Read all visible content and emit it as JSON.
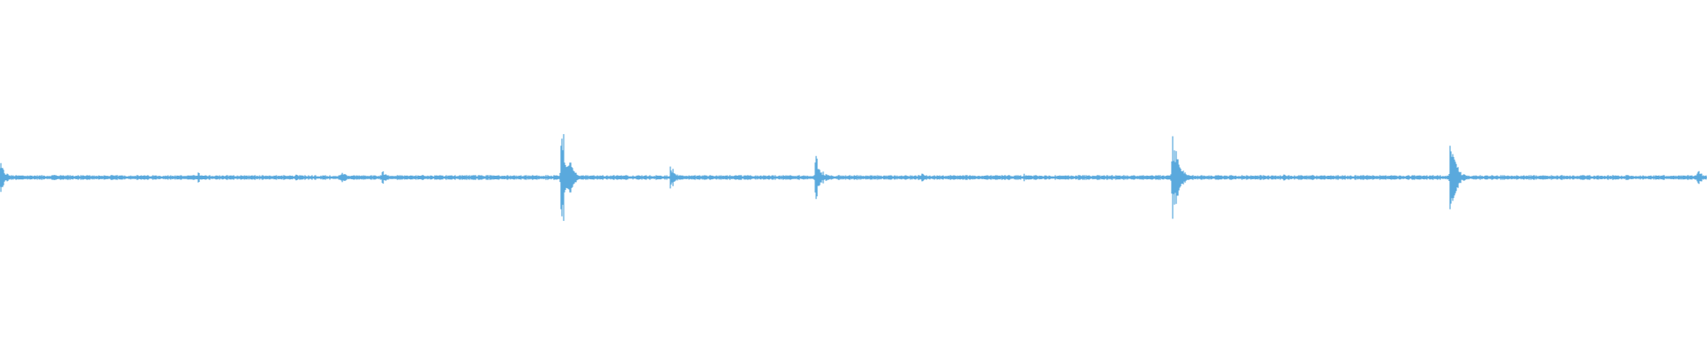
{
  "colors": {
    "background": "#ffffff",
    "waveform": "#5aa9dd"
  },
  "chart_data": {
    "type": "area",
    "title": "",
    "xlabel": "",
    "ylabel": "",
    "xlim": [
      0,
      1
    ],
    "ylim": [
      -1,
      1
    ],
    "grid": false,
    "legend": "none",
    "baseline_amplitude": 0.012,
    "series": [
      {
        "name": "",
        "peaks": [
          {
            "x": 0.0,
            "amplitude": 0.12
          },
          {
            "x": 0.031,
            "amplitude": 0.03
          },
          {
            "x": 0.116,
            "amplitude": 0.04
          },
          {
            "x": 0.173,
            "amplitude": 0.03
          },
          {
            "x": 0.2,
            "amplitude": 0.05
          },
          {
            "x": 0.224,
            "amplitude": 0.06
          },
          {
            "x": 0.329,
            "amplitude": 0.5
          },
          {
            "x": 0.333,
            "amplitude": 0.2
          },
          {
            "x": 0.393,
            "amplitude": 0.1
          },
          {
            "x": 0.478,
            "amplitude": 0.18
          },
          {
            "x": 0.54,
            "amplitude": 0.035
          },
          {
            "x": 0.6,
            "amplitude": 0.03
          },
          {
            "x": 0.687,
            "amplitude": 0.42
          },
          {
            "x": 0.69,
            "amplitude": 0.17
          },
          {
            "x": 0.752,
            "amplitude": 0.03
          },
          {
            "x": 0.85,
            "amplitude": 0.33
          },
          {
            "x": 0.853,
            "amplitude": 0.12
          },
          {
            "x": 0.97,
            "amplitude": 0.025
          },
          {
            "x": 0.995,
            "amplitude": 0.06
          }
        ]
      }
    ]
  }
}
